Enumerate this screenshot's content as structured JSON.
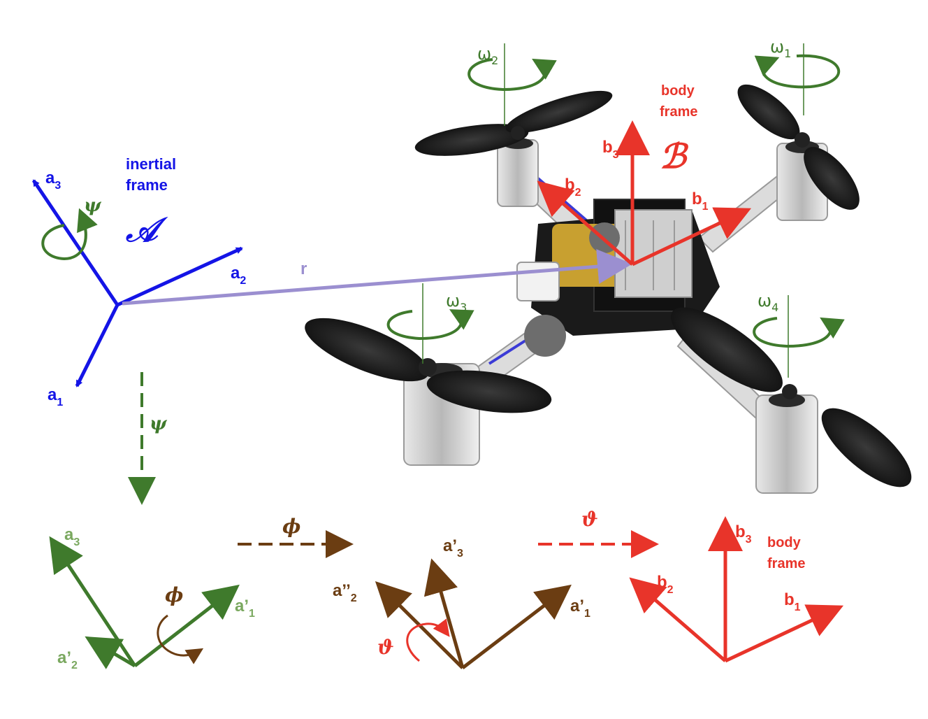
{
  "colors": {
    "inertial": "#1414e6",
    "body": "#e8342a",
    "yaw_green": "#3f7a2c",
    "light_green": "#7aa85f",
    "roll_brown": "#6b3d12",
    "position": "#9b8fd0",
    "rotor_green": "#3f7a2c",
    "drone_black": "#111111",
    "drone_silver": "#c9c9c9",
    "drone_gold": "#c8a030"
  },
  "inertial": {
    "label": "inertial\nframe",
    "label_line1": "inertial",
    "label_line2": "frame",
    "symbol": "𝒜",
    "a1": "a",
    "a1_sub": "1",
    "a2": "a",
    "a2_sub": "2",
    "a3": "a",
    "a3_sub": "3",
    "psi": "ψ"
  },
  "position_vector": {
    "label": "r"
  },
  "body": {
    "label_line1": "body",
    "label_line2": "frame",
    "symbol": "ℬ",
    "b1": "b",
    "b1_sub": "1",
    "b2": "b",
    "b2_sub": "2",
    "b3": "b",
    "b3_sub": "3"
  },
  "rotors": [
    {
      "omega": "ω",
      "sub": "1"
    },
    {
      "omega": "ω",
      "sub": "2"
    },
    {
      "omega": "ω",
      "sub": "3"
    },
    {
      "omega": "ω",
      "sub": "4"
    }
  ],
  "sequence": {
    "yaw_arrow_label": "ψ",
    "roll_arrow_label": "ϕ",
    "pitch_arrow_label": "ϑ",
    "frame1": {
      "a3": "a",
      "a3_sub": "3",
      "a1p": "a’",
      "a1p_sub": "1",
      "a2p": "a’",
      "a2p_sub": "2",
      "phi": "ϕ"
    },
    "frame2": {
      "a3p": "a’",
      "a3p_sub": "3",
      "a2pp": "a’’",
      "a2pp_sub": "2",
      "a1p": "a’",
      "a1p_sub": "1",
      "theta": "ϑ"
    },
    "frame3": {
      "b3": "b",
      "b3_sub": "3",
      "b2": "b",
      "b2_sub": "2",
      "b1": "b",
      "b1_sub": "1",
      "label_line1": "body",
      "label_line2": "frame"
    }
  }
}
